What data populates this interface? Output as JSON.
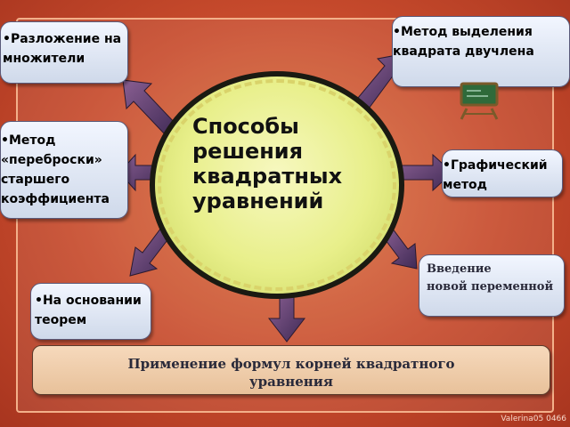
{
  "nodes": {
    "factoring": "•Разложение на\nмножители",
    "square_complete": "•Метод выделения\nквадрата двучлена",
    "transfer": "•Метод\n«переброски»\nстаршего\nкоэффициента",
    "graphical": "•Графический\nметод",
    "new_variable": "Введение\nновой переменной",
    "theorems": "•На основании\nтеорем"
  },
  "center": "Способы\nрешения\nквадратных\nуравнений",
  "banner": "Применение формул  корней квадратного\nуравнения",
  "watermark": "Valerina05 0466",
  "colors": {
    "background": "#c9472a",
    "node_fill": "#dfe6f3",
    "center_fill": "#eef19a",
    "arrow": "#5a3d6a",
    "banner_fill": "#efcfae"
  }
}
